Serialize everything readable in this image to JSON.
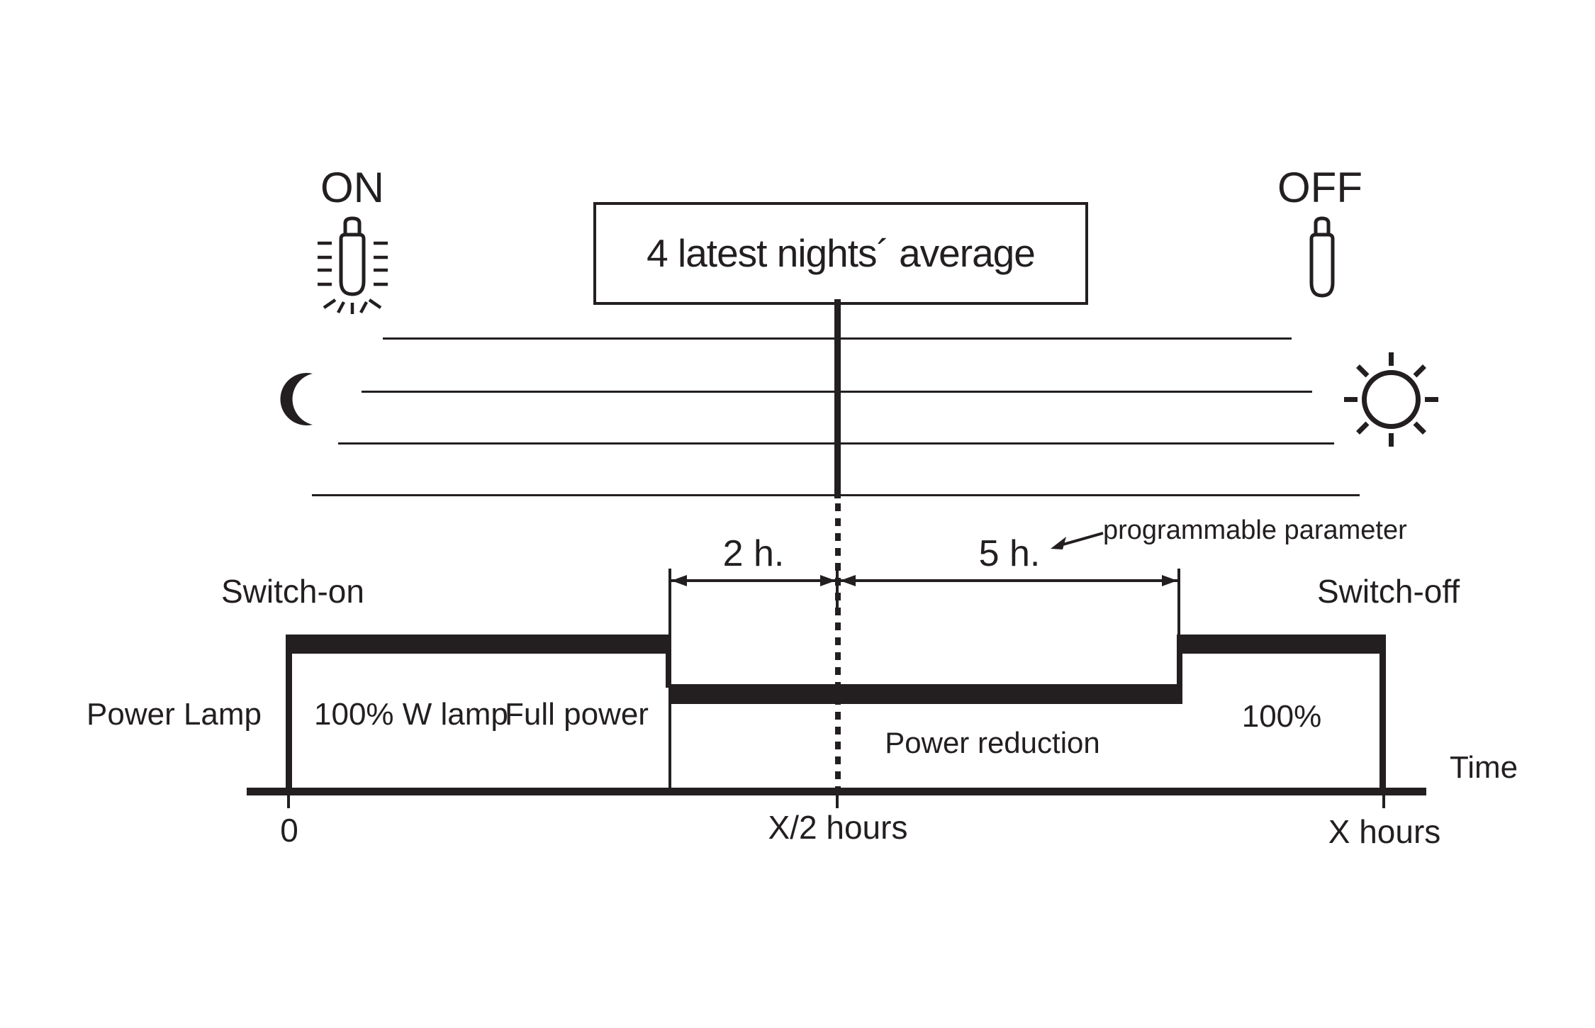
{
  "colors": {
    "ink": "#231f20",
    "background": "#ffffff"
  },
  "header": {
    "on_label": "ON",
    "off_label": "OFF",
    "average_box_label": "4 latest nights´ average"
  },
  "icons": {
    "lamp_on": "lamp-on-icon",
    "lamp_off": "lamp-off-icon",
    "moon": "moon-icon",
    "sun": "sun-icon"
  },
  "annotations": {
    "programmable_parameter": "programmable parameter",
    "duration_before_midpoint": "2 h.",
    "duration_after_midpoint": "5 h.",
    "switch_on": "Switch-on",
    "switch_off": "Switch-off"
  },
  "waveform": {
    "y_axis_label": "Power Lamp",
    "segment_full_label_1": "100% W lamp",
    "segment_full_label_2": "Full power",
    "segment_reduced_label": "Power reduction",
    "segment_full_end_label": "100%"
  },
  "time_axis": {
    "axis_label": "Time",
    "tick_origin": "0",
    "tick_mid": "X/2 hours",
    "tick_end": "X hours"
  }
}
